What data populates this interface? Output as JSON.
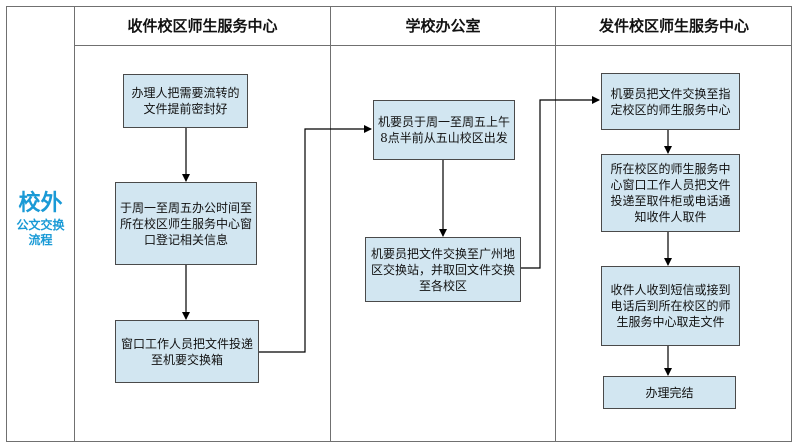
{
  "colors": {
    "box_fill": "#d2e6f1",
    "side_title": "#1a9ad6",
    "arrow": "#000000"
  },
  "side_title": {
    "main": "校外",
    "sub1": "公文交换",
    "sub2": "流程"
  },
  "lanes": [
    {
      "title": "收件校区师生服务中心"
    },
    {
      "title": "学校办公室"
    },
    {
      "title": "发件校区师生服务中心"
    }
  ],
  "steps": {
    "recv_1": "办理人把需要流转的文件提前密封好",
    "recv_2": "于周一至周五办公时间至所在校区师生服务中心窗口登记相关信息",
    "recv_3": "窗口工作人员把文件投递至机要交换箱",
    "office_1": "机要员于周一至周五上午8点半前从五山校区出发",
    "office_2": "机要员把文件交换至广州地区交换站，并取回文件交换至各校区",
    "send_1": "机要员把文件交换至指定校区的师生服务中心",
    "send_2": "所在校区的师生服务中心窗口工作人员把文件投递至取件柜或电话通知收件人取件",
    "send_3": "收件人收到短信或接到电话后到所在校区的师生服务中心取走文件",
    "send_4": "办理完结"
  }
}
